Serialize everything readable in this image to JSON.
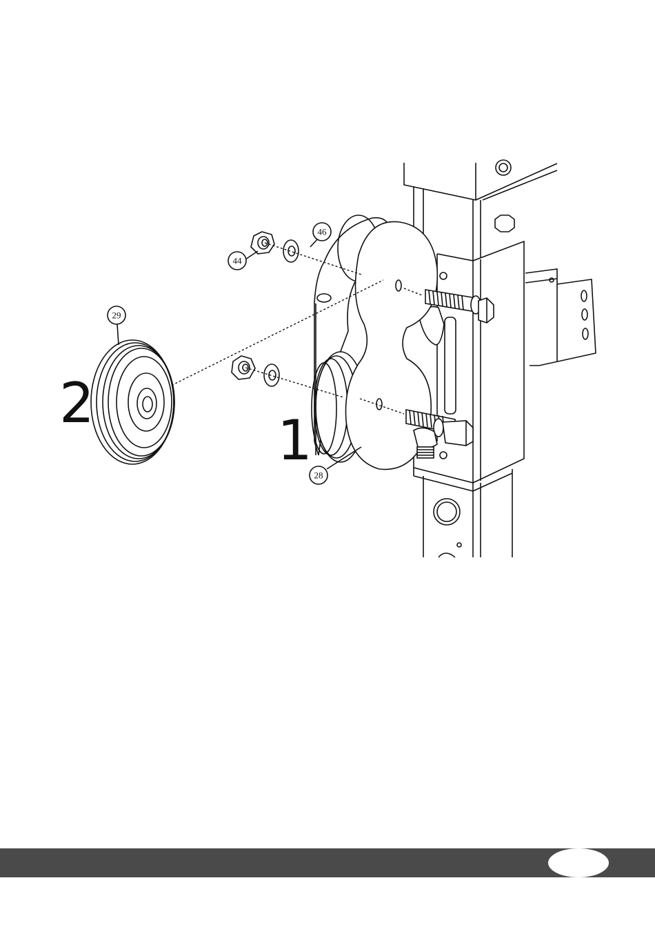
{
  "steps": {
    "step_1": "1",
    "step_2": "2"
  },
  "parts": {
    "nut": "44",
    "washer": "46",
    "pulley": "29",
    "cover_plate": "28"
  },
  "colors": {
    "line": "#111111",
    "footer_bar": "#4a4a4a",
    "background": "#ffffff"
  }
}
